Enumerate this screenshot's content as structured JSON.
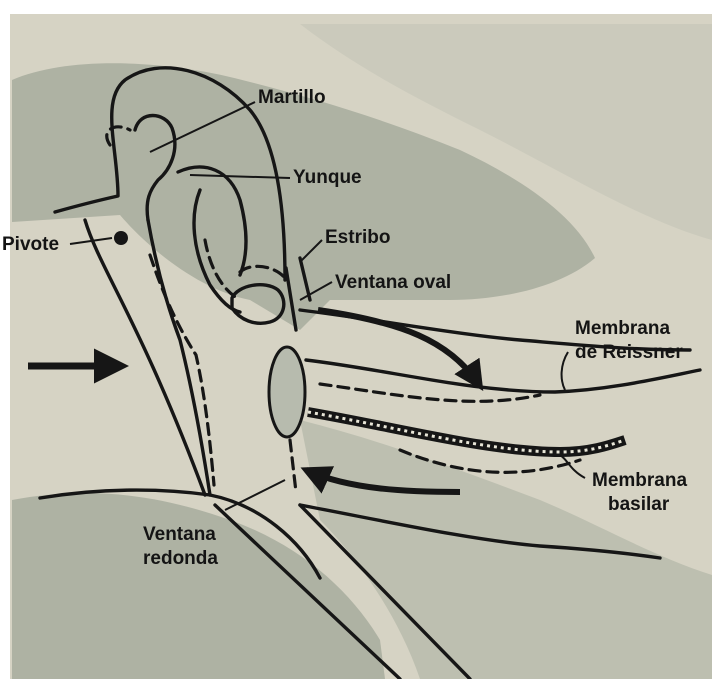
{
  "labels": {
    "martillo": "Martillo",
    "yunque": "Yunque",
    "estribo": "Estribo",
    "ventana_oval": "Ventana oval",
    "pivote": "Pivote",
    "membrana_reissner_1": "Membrana",
    "membrana_reissner_2": "de Reissner",
    "membrana_basilar_1": "Membrana",
    "membrana_basilar_2": "basilar",
    "ventana_redonda_1": "Ventana",
    "ventana_redonda_2": "redonda"
  },
  "colors": {
    "paper": "#d6d3c4",
    "shade": "#a6ab9d",
    "ink": "#161616"
  }
}
